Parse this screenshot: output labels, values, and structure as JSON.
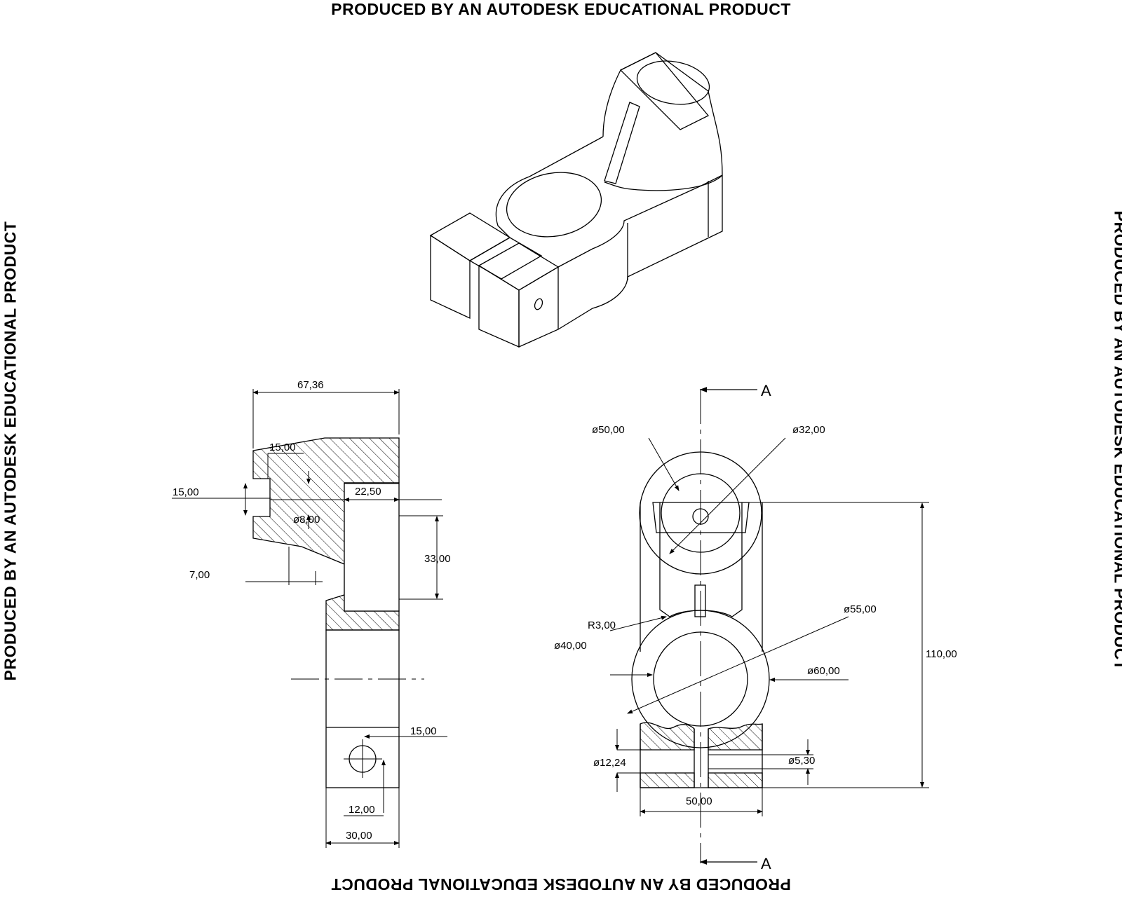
{
  "watermark": {
    "top": "PRODUCED BY AN AUTODESK EDUCATIONAL PRODUCT",
    "bottom": "PRODUCED BY AN AUTODESK EDUCATIONAL PRODUCT",
    "left": "PRODUCED BY AN AUTODESK EDUCATIONAL PRODUCT",
    "right": "PRODUCED BY AN AUTODESK EDUCATIONAL PRODUCT"
  },
  "side_view": {
    "dim_width_total": "67,36",
    "dim_slot_top": "15,00",
    "dim_slot_height": "15,00",
    "dim_hole_dia": "ø8,00",
    "dim_pocket_width": "22,50",
    "dim_pocket_height": "33,00",
    "dim_chamfer": "7,00",
    "dim_hole_offset_x": "15,00",
    "dim_hole_offset_y": "12,00",
    "dim_base_width": "30,00"
  },
  "front_view": {
    "section_label_top": "A",
    "section_label_bottom": "A",
    "dim_dia_50": "ø50,00",
    "dim_dia_32": "ø32,00",
    "dim_dia_55": "ø55,00",
    "dim_radius": "R3,00",
    "dim_dia_40": "ø40,00",
    "dim_dia_60": "ø60,00",
    "dim_height_total": "110,00",
    "dim_dia_12": "ø12,24",
    "dim_dia_5": "ø5,30",
    "dim_width_50": "50,00"
  }
}
